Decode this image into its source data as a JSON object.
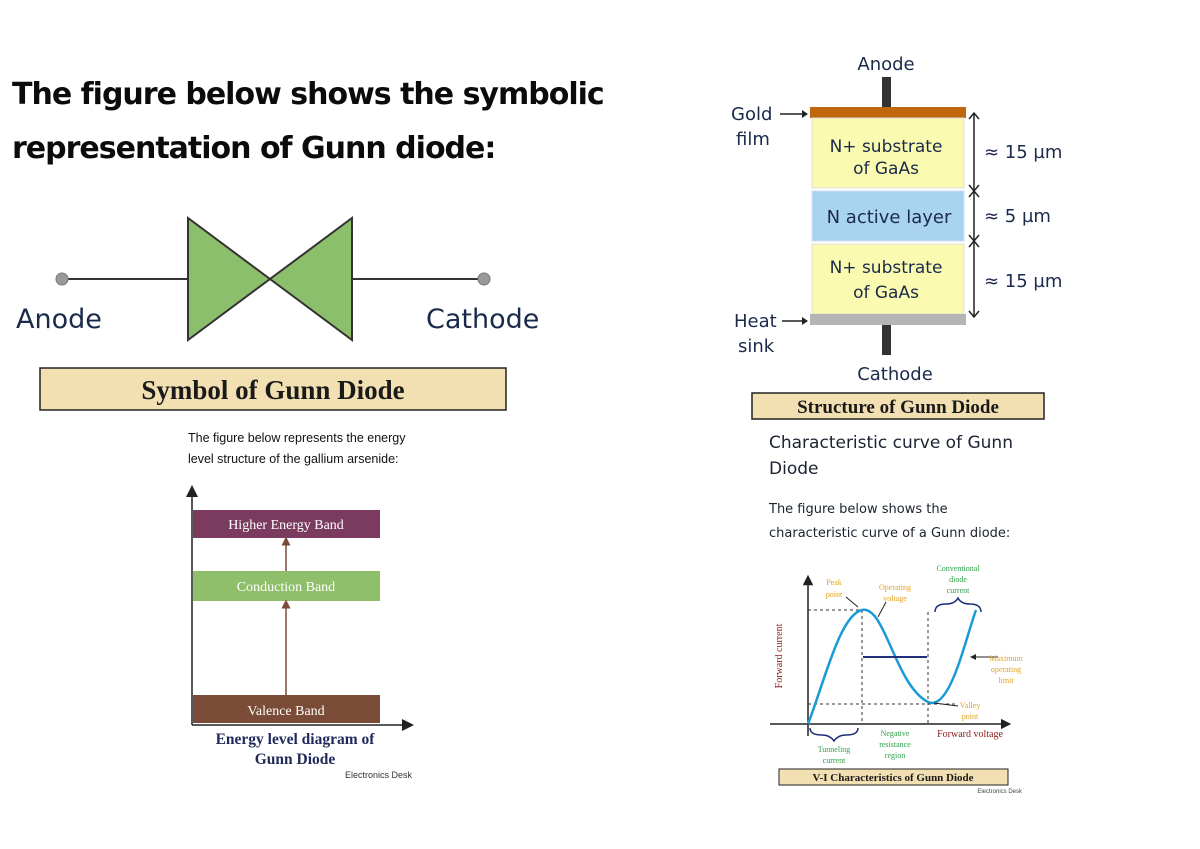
{
  "heading": {
    "line1": "The figure below shows the symbolic",
    "line2": "representation of Gunn diode:"
  },
  "symbol_figure": {
    "anode_label": "Anode",
    "cathode_label": "Cathode",
    "caption": "Symbol of Gunn Diode",
    "colors": {
      "triangle": "#8cbf6b",
      "caption_bg": "#f2dfb2"
    }
  },
  "energy_intro": {
    "line1": "The figure below represents the energy",
    "line2": "level structure of the gallium arsenide:"
  },
  "energy_figure": {
    "bands": [
      {
        "label": "Higher Energy Band",
        "color": "#7b3b5e"
      },
      {
        "label": "Conduction Band",
        "color": "#8fbf6a"
      },
      {
        "label": "Valence Band",
        "color": "#7a4b36"
      }
    ],
    "caption_line1": "Energy level diagram of",
    "caption_line2": "Gunn Diode",
    "credit": "Electronics Desk"
  },
  "structure_figure": {
    "anode_label": "Anode",
    "cathode_label": "Cathode",
    "gold_label_1": "Gold",
    "gold_label_2": "film",
    "heat_label_1": "Heat",
    "heat_label_2": "sink",
    "layers": [
      {
        "line1": "N+ substrate",
        "line2": "of GaAs",
        "thickness": "≈ 15 µm",
        "color": "#fafab0"
      },
      {
        "line1": "N active layer",
        "line2": "",
        "thickness": "≈ 5 µm",
        "color": "#a9d4f0"
      },
      {
        "line1": "N+ substrate",
        "line2": "of GaAs",
        "thickness": "≈ 15 µm",
        "color": "#fafab0"
      }
    ],
    "caption": "Structure of Gunn Diode",
    "colors": {
      "gold_film": "#c0670e",
      "heat_sink": "#b5b5b5",
      "caption_bg": "#f2dfb2"
    }
  },
  "curve_section": {
    "heading_line1": "Characteristic curve of Gunn",
    "heading_line2": "Diode",
    "intro_line1": "The figure below shows the",
    "intro_line2": "characteristic curve of a Gunn diode:"
  },
  "vi_figure": {
    "ylabel": "Forward current",
    "xlabel": "Forward voltage",
    "annotations": {
      "peak_1": "Peak",
      "peak_2": "point",
      "operating_1": "Operating",
      "operating_2": "voltage",
      "conventional_1": "Conventional",
      "conventional_2": "diode",
      "conventional_3": "current",
      "maximum_1": "Maximum",
      "maximum_2": "operating",
      "maximum_3": "limit",
      "valley_1": "Valley",
      "valley_2": "point",
      "negative_1": "Negative",
      "negative_2": "resistance",
      "negative_3": "region",
      "tunneling_1": "Tunneling",
      "tunneling_2": "current"
    },
    "caption": "V-I Characteristics of Gunn Diode",
    "credit": "Electronics Desk",
    "colors": {
      "curve": "#1a9bd7",
      "orange": "#e0a21f",
      "green": "#2e9f48",
      "red": "#8b1a1a",
      "navy": "#1f2f7a"
    }
  }
}
